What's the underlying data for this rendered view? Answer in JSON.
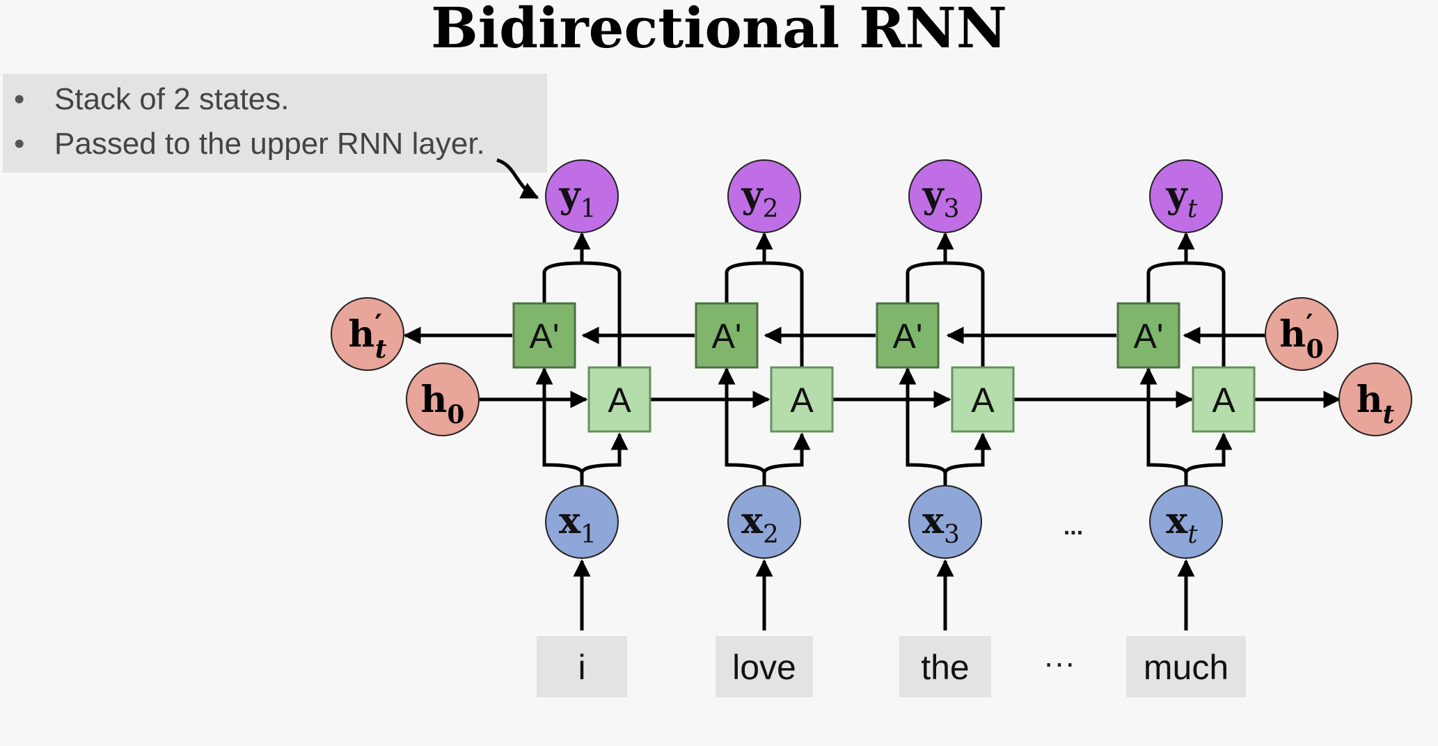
{
  "title": "Bidirectional RNN",
  "notes": [
    "Stack of 2 states.",
    "Passed to the upper RNN layer."
  ],
  "colors": {
    "output": "#bf6ee6",
    "input": "#8fa6d8",
    "state": "#e8a59a",
    "forward_cell": "#b5dcab",
    "backward_cell": "#7fb66c",
    "word_box": "#e3e3e3"
  },
  "forward_cell_label": "A",
  "backward_cell_label": "A'",
  "columns": [
    {
      "output": {
        "base": "y",
        "sub": "1"
      },
      "input": {
        "base": "x",
        "sub": "1"
      },
      "word": "i"
    },
    {
      "output": {
        "base": "y",
        "sub": "2"
      },
      "input": {
        "base": "x",
        "sub": "2"
      },
      "word": "love"
    },
    {
      "output": {
        "base": "y",
        "sub": "3"
      },
      "input": {
        "base": "x",
        "sub": "3"
      },
      "word": "the"
    },
    {
      "output": {
        "base": "y",
        "sub": "t"
      },
      "input": {
        "base": "x",
        "sub": "t"
      },
      "word": "much"
    }
  ],
  "states": {
    "backward_end": {
      "base": "h",
      "prime": "′",
      "sub": "t"
    },
    "backward_start": {
      "base": "h",
      "prime": "′",
      "sub": "0"
    },
    "forward_start": {
      "base": "h",
      "prime": "",
      "sub": "0"
    },
    "forward_end": {
      "base": "h",
      "prime": "",
      "sub": "t"
    }
  },
  "input_ellipsis": "...",
  "word_ellipsis": "···"
}
